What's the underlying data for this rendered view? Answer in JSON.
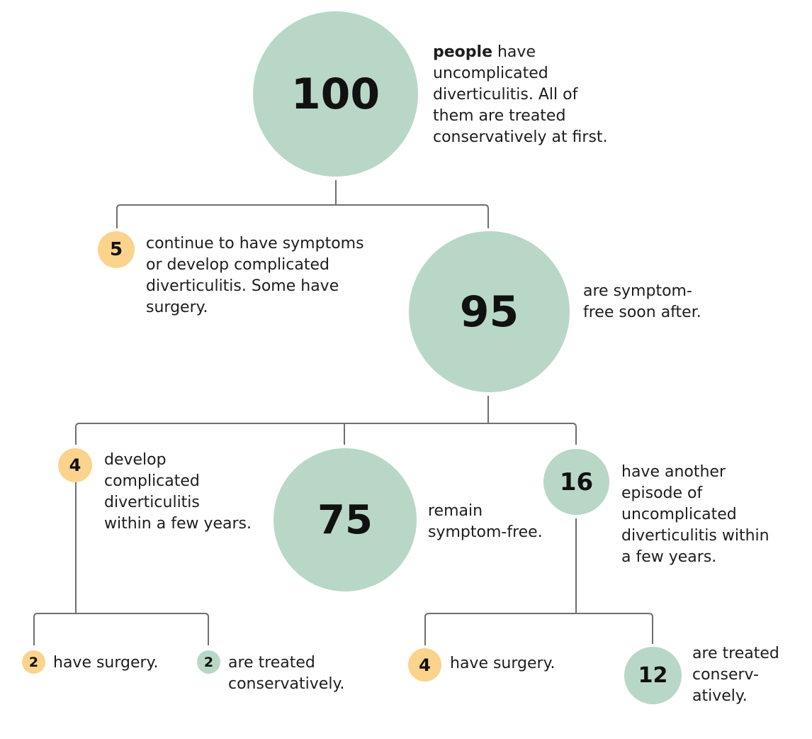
{
  "colors": {
    "green": "#b9d7c6",
    "orange": "#fcd38d",
    "line": "#6f6f6f"
  },
  "nodes": {
    "n100": {
      "number": "100",
      "label_bold": "people",
      "label": " have\nuncomplicated\ndiverticulitis. All of\nthem are treated\nconservatively at first."
    },
    "n5": {
      "number": "5",
      "label": "continue to have symptoms\nor develop complicated\ndiverticulitis. Some have\nsurgery."
    },
    "n95": {
      "number": "95",
      "label": "are symptom-\nfree soon after."
    },
    "n4a": {
      "number": "4",
      "label": "develop\ncomplicated\ndiverticulitis\nwithin a few years."
    },
    "n75": {
      "number": "75",
      "label": "remain\nsymptom-free."
    },
    "n16": {
      "number": "16",
      "label": "have another\nepisode of\nuncomplicated\ndiverticulitis within\na few years."
    },
    "n2a": {
      "number": "2",
      "label": "have surgery."
    },
    "n2b": {
      "number": "2",
      "label": "are treated\nconservatively."
    },
    "n4b": {
      "number": "4",
      "label": "have surgery."
    },
    "n12": {
      "number": "12",
      "label": "are treated\nconserv-\natively."
    }
  }
}
